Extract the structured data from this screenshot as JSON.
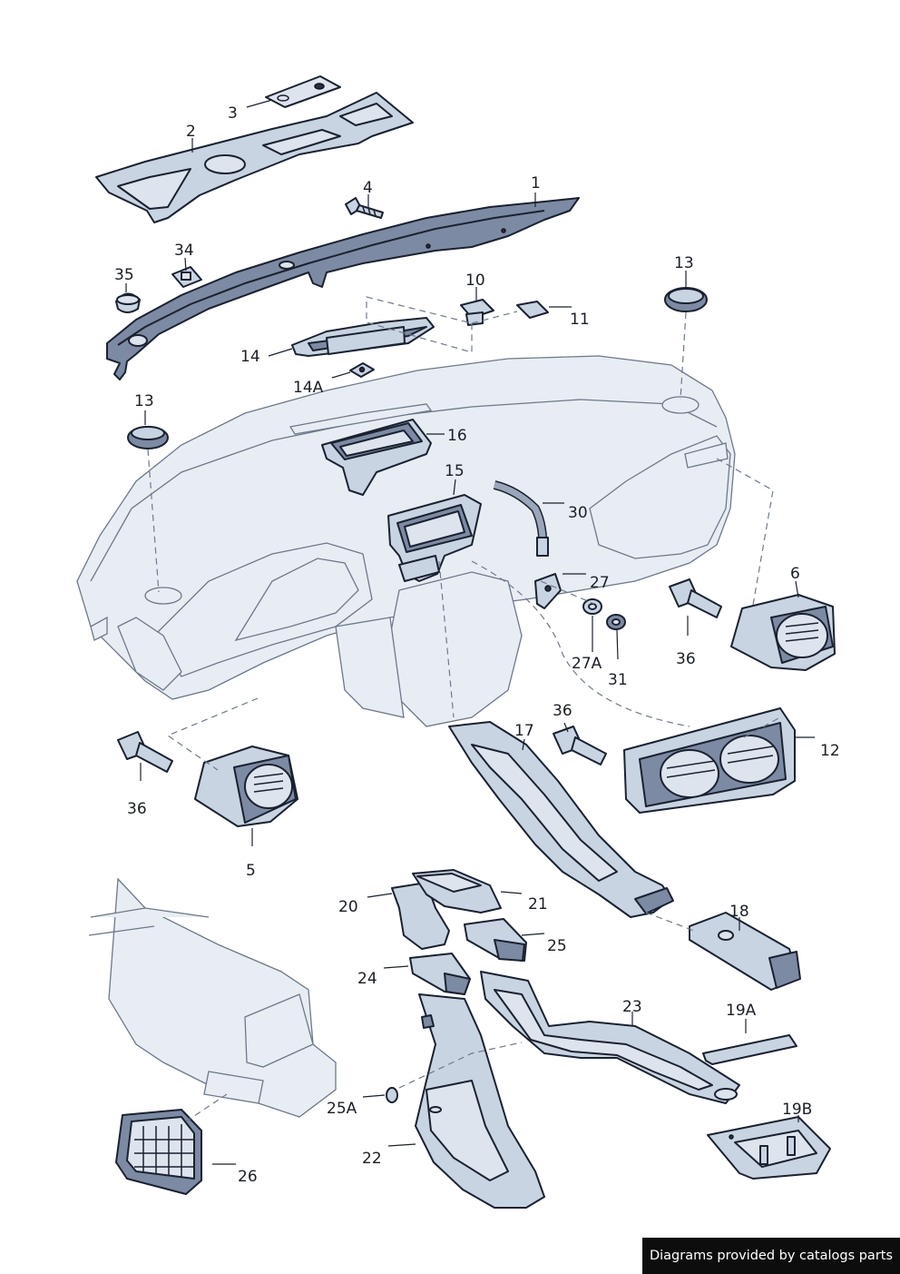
{
  "callouts": {
    "p1": "1",
    "p2": "2",
    "p3": "3",
    "p4": "4",
    "p5": "5",
    "p6": "6",
    "p10": "10",
    "p11": "11",
    "p12": "12",
    "p13a": "13",
    "p13b": "13",
    "p14": "14",
    "p14a": "14A",
    "p15": "15",
    "p16": "16",
    "p17": "17",
    "p18": "18",
    "p19a": "19A",
    "p19b": "19B",
    "p20": "20",
    "p21": "21",
    "p22": "22",
    "p23": "23",
    "p24": "24",
    "p25": "25",
    "p25a": "25A",
    "p26": "26",
    "p27": "27",
    "p27a": "27A",
    "p30": "30",
    "p31": "31",
    "p34": "34",
    "p35": "35",
    "p36a": "36",
    "p36b": "36",
    "p36c": "36"
  },
  "credit": "Diagrams provided by catalogs parts",
  "colors": {
    "part_fill": "#c9d4e3",
    "outline": "#1a2130",
    "credit_bg": "#0d0d0d"
  }
}
